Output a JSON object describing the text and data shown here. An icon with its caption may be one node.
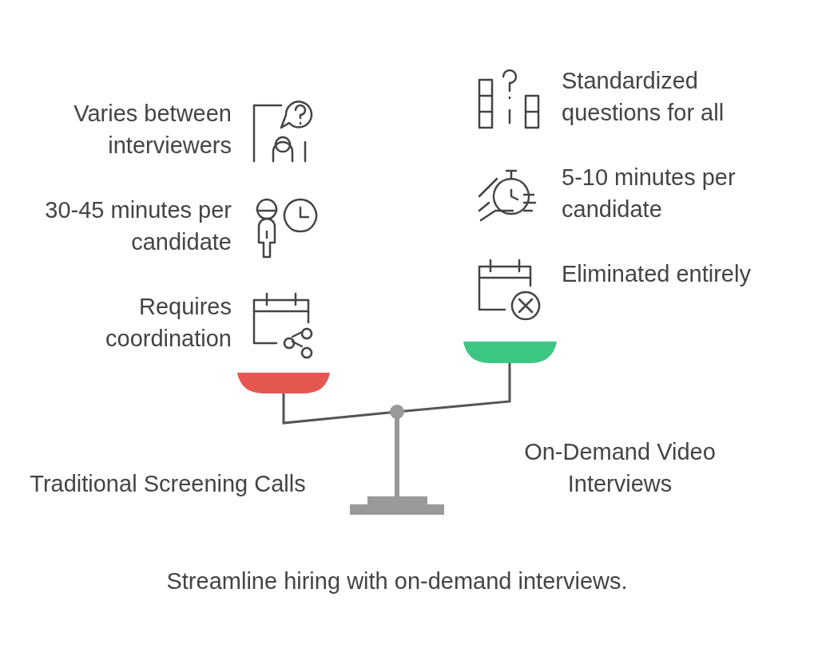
{
  "diagram": {
    "caption": "Streamline hiring with on-demand interviews.",
    "labels": [
      "Varies between interviewers",
      "Standardized questions for all",
      "30-45 minutes per candidate",
      "5-10 minutes per candidate",
      "Requires coordination",
      "Eliminated entirely",
      "On-Demand Video Interviews",
      "Traditional Screening Calls"
    ]
  }
}
